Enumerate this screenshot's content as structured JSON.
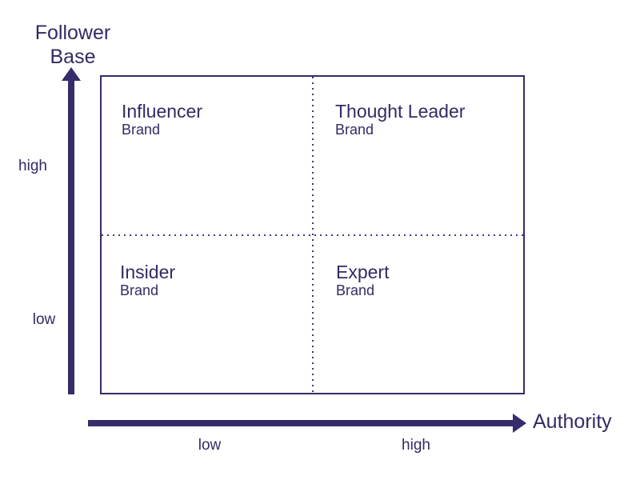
{
  "diagram": {
    "type": "2x2-quadrant-matrix",
    "colors": {
      "ink": "#342a63",
      "axis": "#372c6b",
      "dotted_divider": "#413781",
      "background": "#ffffff"
    },
    "y_axis": {
      "title_line1": "Follower",
      "title_line2": "Base",
      "high_label": "high",
      "low_label": "low"
    },
    "x_axis": {
      "title": "Authority",
      "low_label": "low",
      "high_label": "high"
    },
    "quadrants": [
      {
        "position": "top-left",
        "title": "Influencer",
        "subtitle": "Brand"
      },
      {
        "position": "top-right",
        "title": "Thought Leader",
        "subtitle": "Brand"
      },
      {
        "position": "bottom-left",
        "title": "Insider",
        "subtitle": "Brand"
      },
      {
        "position": "bottom-right",
        "title": "Expert",
        "subtitle": "Brand"
      }
    ]
  }
}
